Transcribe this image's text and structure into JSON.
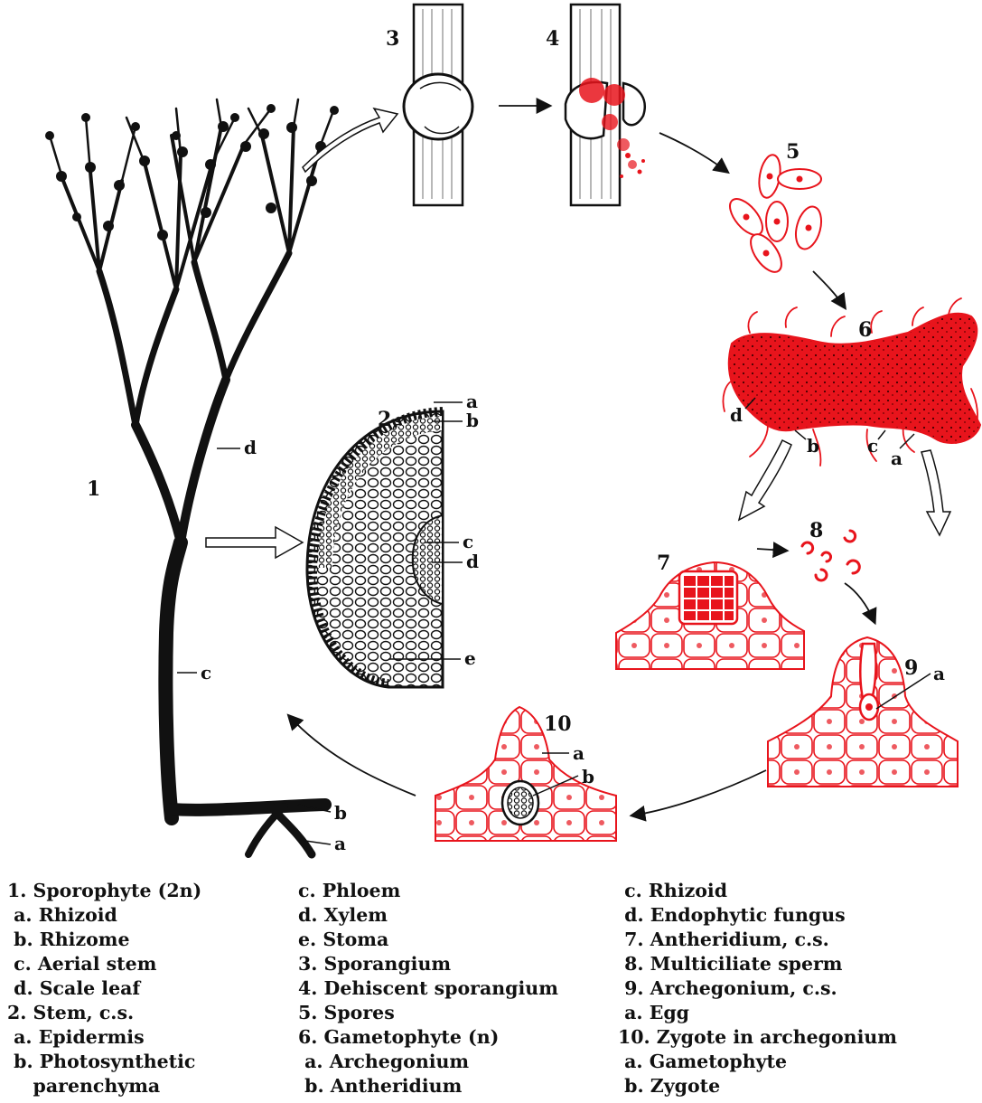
{
  "stage_numbers": [
    "1",
    "2",
    "3",
    "4",
    "5",
    "6",
    "7",
    "8",
    "9",
    "10"
  ],
  "part_letters": {
    "sporophyte": [
      "a",
      "b",
      "c",
      "d"
    ],
    "stem_cs": [
      "a",
      "b",
      "c",
      "d",
      "e"
    ],
    "gametophyte": [
      "a",
      "b",
      "c",
      "d"
    ],
    "archegonium": [
      "a"
    ],
    "zygote": [
      "a",
      "b"
    ]
  },
  "colors": {
    "ink": "#111111",
    "gametophyte_red": "#e8141c",
    "bg": "#ffffff"
  },
  "legend": {
    "col1": [
      "1. Sporophyte (2n)",
      " a. Rhizoid",
      " b. Rhizome",
      " c. Aerial stem",
      " d. Scale leaf",
      "2. Stem, c.s.",
      " a. Epidermis",
      " b. Photosynthetic",
      "    parenchyma"
    ],
    "col2": [
      "c. Phloem",
      "d. Xylem",
      "e. Stoma",
      "3. Sporangium",
      "4. Dehiscent sporangium",
      "5. Spores",
      "6. Gametophyte (n)",
      " a. Archegonium",
      " b. Antheridium"
    ],
    "col3": [
      " c. Rhizoid",
      " d. Endophytic fungus",
      " 7. Antheridium, c.s.",
      " 8. Multiciliate sperm",
      " 9. Archegonium, c.s.",
      " a. Egg",
      "10. Zygote in archegonium",
      " a. Gametophyte",
      " b. Zygote"
    ]
  }
}
